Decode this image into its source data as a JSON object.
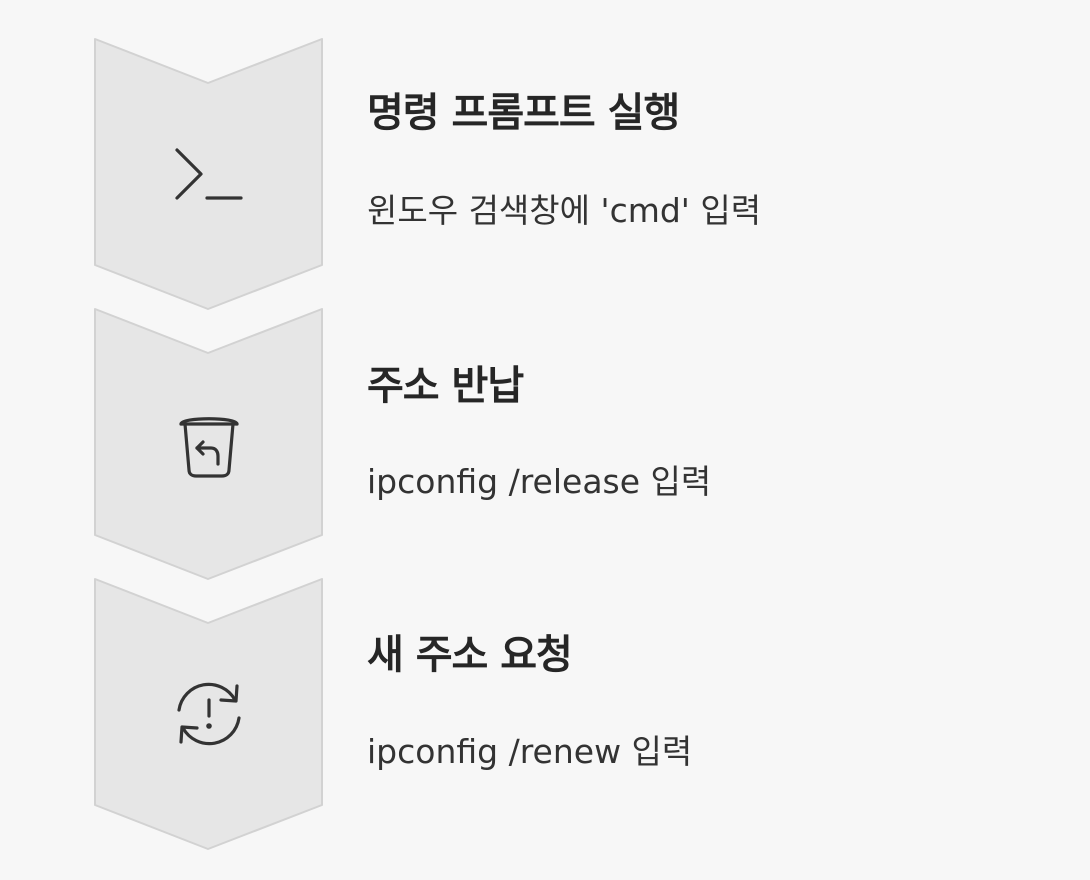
{
  "colors": {
    "background": "#f7f7f7",
    "chevron_fill": "#e6e6e6",
    "chevron_stroke": "#d2d2d2",
    "icon_stroke": "#333333",
    "text": "#262626"
  },
  "steps": [
    {
      "icon": "terminal-prompt-icon",
      "title": "명령 프롬프트 실행",
      "description": "윈도우 검색창에 'cmd' 입력"
    },
    {
      "icon": "trash-restore-icon",
      "title": "주소 반납",
      "description": "ipconfig /release 입력"
    },
    {
      "icon": "refresh-alert-icon",
      "title": "새 주소 요청",
      "description": "ipconfig /renew 입력"
    }
  ]
}
